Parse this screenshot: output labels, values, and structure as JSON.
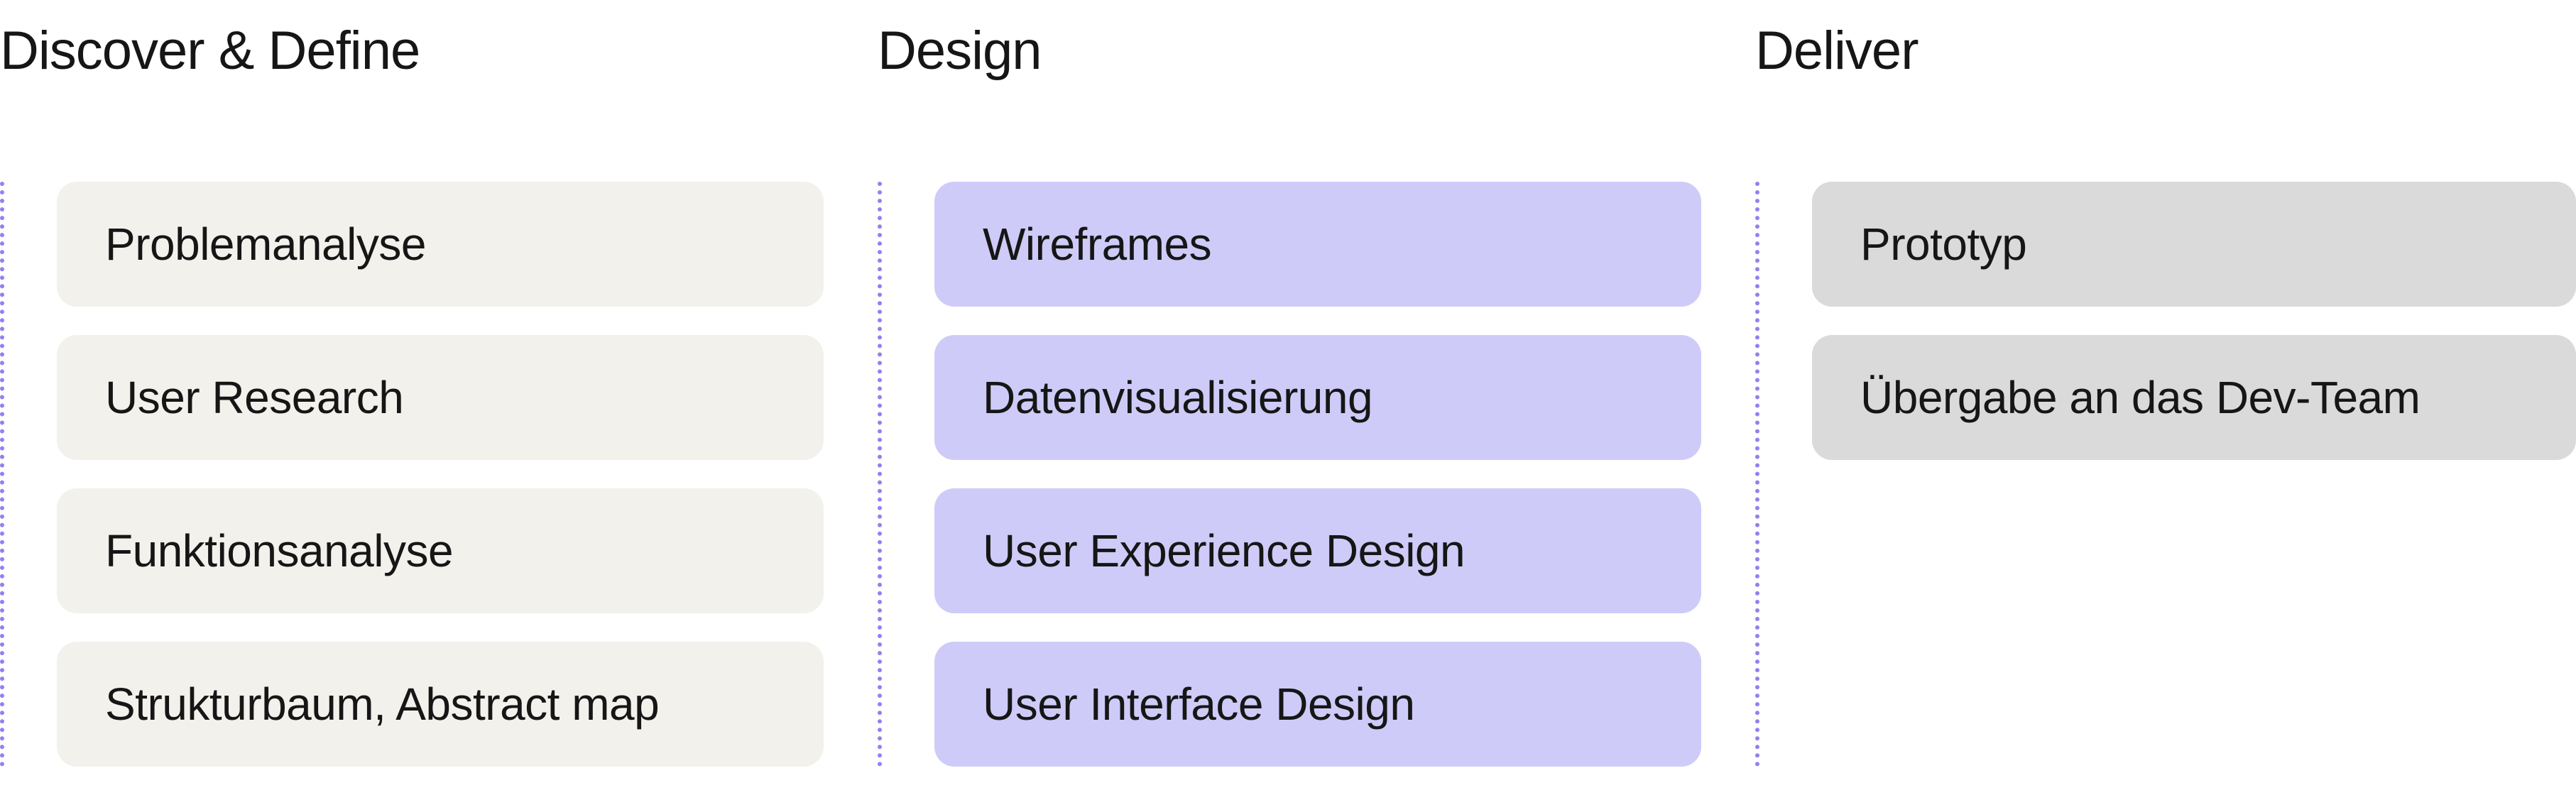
{
  "columns": [
    {
      "title": "Discover & Define",
      "items": [
        {
          "label": "Problemanalyse"
        },
        {
          "label": "User Research"
        },
        {
          "label": "Funktionsanalyse"
        },
        {
          "label": "Strukturbaum, Abstract map"
        }
      ]
    },
    {
      "title": "Design",
      "items": [
        {
          "label": "Wireframes"
        },
        {
          "label": "Datenvisualisierung"
        },
        {
          "label": "User Experience Design"
        },
        {
          "label": "User Interface Design"
        }
      ]
    },
    {
      "title": "Deliver",
      "items": [
        {
          "label": "Prototyp"
        },
        {
          "label": "Übergabe an das Dev-Team"
        }
      ]
    }
  ],
  "colors": {
    "discover_card": "#f2f1ec",
    "design_card": "#cfcbf8",
    "deliver_card": "#dadada",
    "divider": "#8f82f0",
    "text": "#161616"
  }
}
